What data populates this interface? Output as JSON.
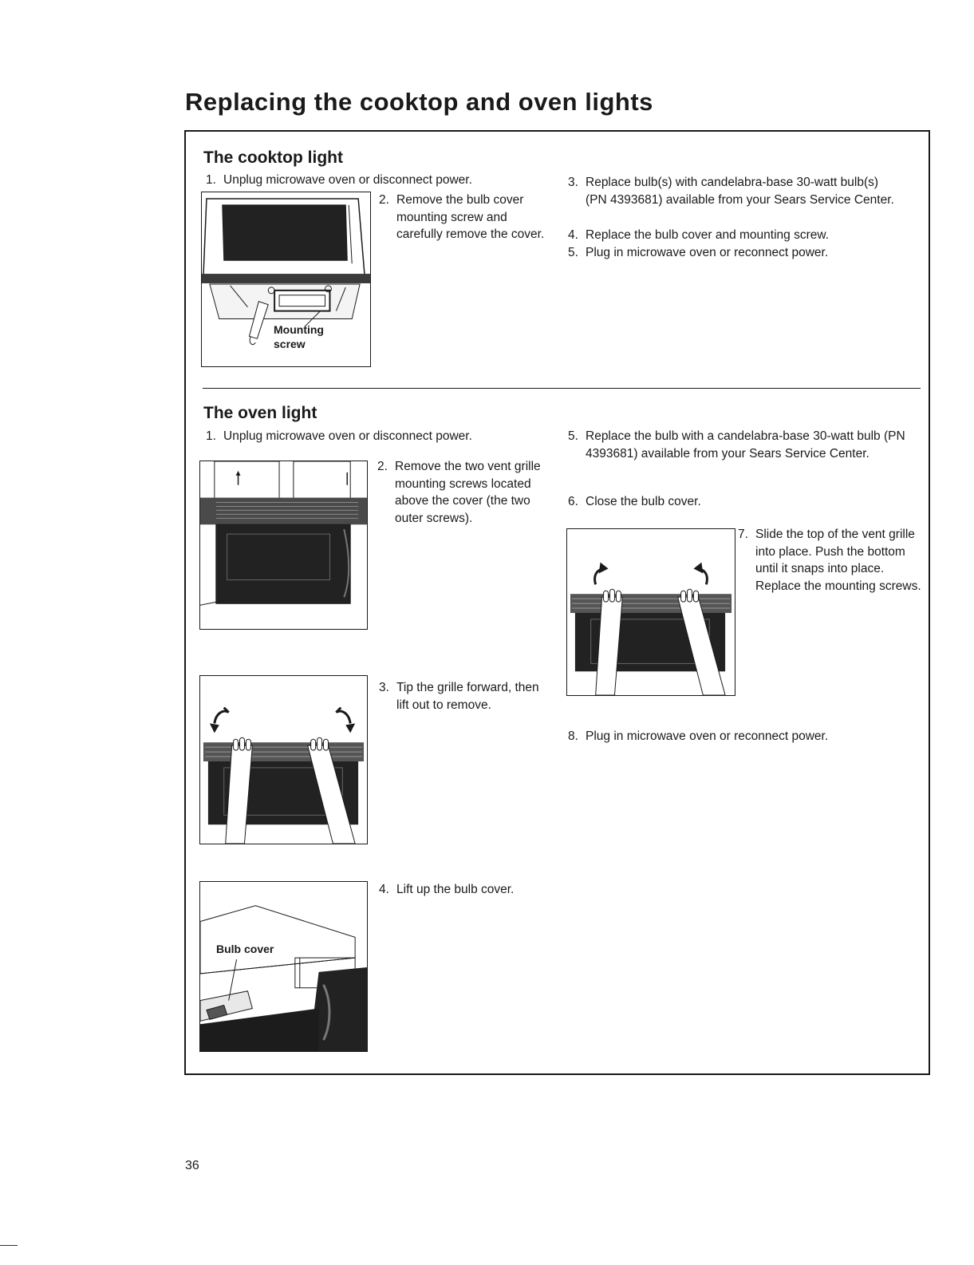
{
  "page": {
    "title": "Replacing the cooktop and oven lights",
    "number": "36"
  },
  "cooktop": {
    "heading": "The cooktop light",
    "steps": [
      {
        "n": "1.",
        "text": "Unplug microwave oven or disconnect power."
      },
      {
        "n": "2.",
        "text": "Remove the bulb cover mounting screw and carefully remove the cover."
      },
      {
        "n": "3.",
        "text": "Replace bulb(s) with candelabra-base 30-watt bulb(s) (PN 4393681) available from your Sears Service Center."
      },
      {
        "n": "4.",
        "text": "Replace the bulb cover and mounting screw."
      },
      {
        "n": "5.",
        "text": "Plug in microwave oven or reconnect power."
      }
    ],
    "figure_label_line1": "Mounting",
    "figure_label_line2": "screw"
  },
  "oven": {
    "heading": "The oven light",
    "steps": [
      {
        "n": "1.",
        "text": "Unplug microwave oven or disconnect power."
      },
      {
        "n": "2.",
        "text": "Remove the two vent grille mounting screws located above the cover (the two outer screws)."
      },
      {
        "n": "3.",
        "text": "Tip the grille forward, then lift out to remove."
      },
      {
        "n": "4.",
        "text": "Lift up the bulb cover."
      },
      {
        "n": "5.",
        "text": "Replace the bulb with a candelabra-base 30-watt bulb (PN 4393681) available from your Sears Service Center."
      },
      {
        "n": "6.",
        "text": "Close the bulb cover."
      },
      {
        "n": "7.",
        "text": "Slide the top of the vent grille into place. Push the bottom until it snaps into place. Replace the mounting screws."
      },
      {
        "n": "8.",
        "text": "Plug in microwave oven or reconnect power."
      }
    ],
    "figure_label_bulb_cover": "Bulb cover"
  }
}
